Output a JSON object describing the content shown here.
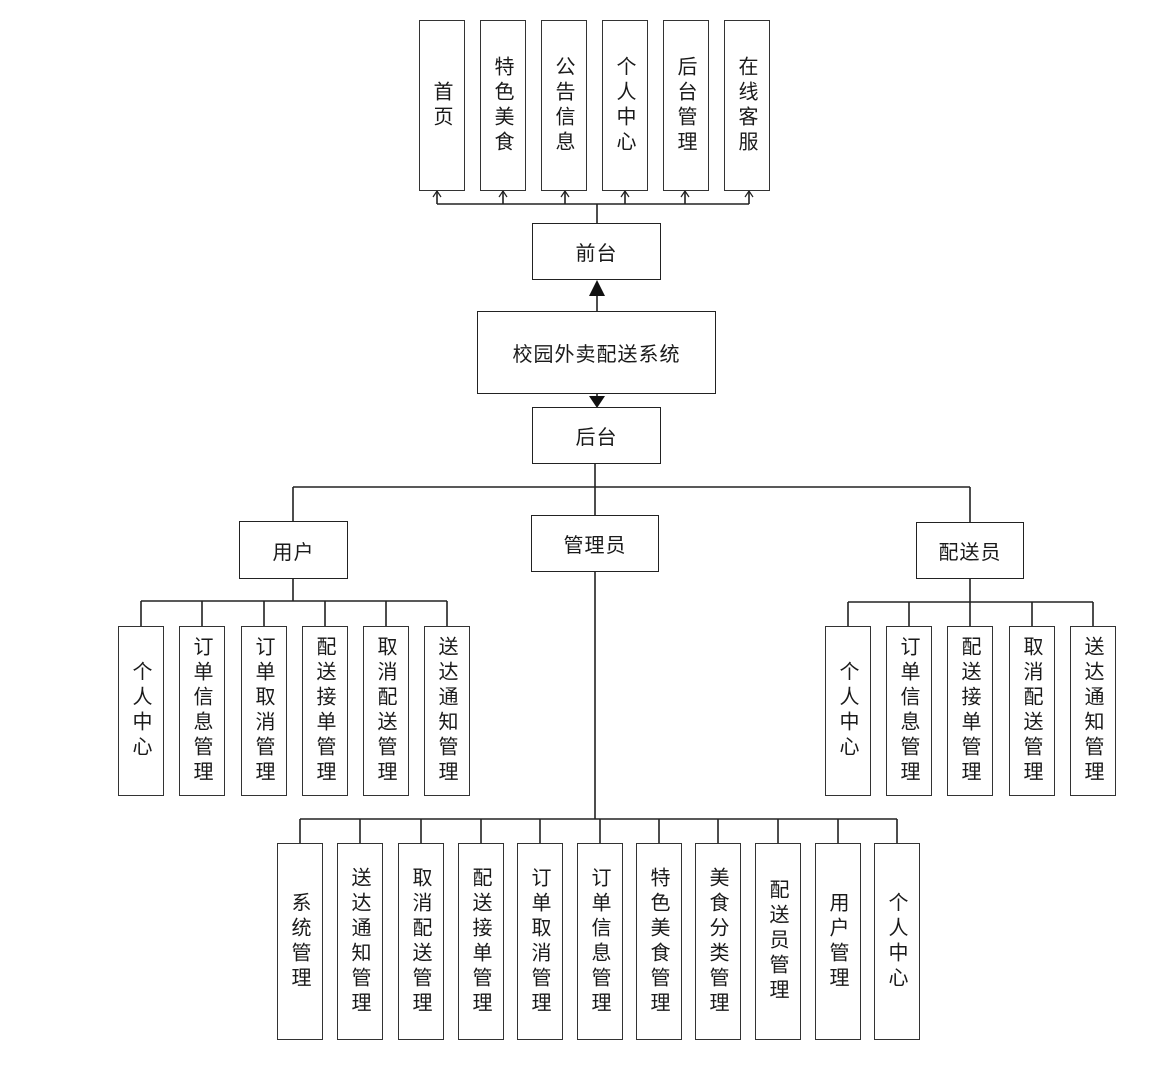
{
  "root": "校园外卖配送系统",
  "front": {
    "label": "前台",
    "items": [
      "首页",
      "特色美食",
      "公告信息",
      "个人中心",
      "后台管理",
      "在线客服"
    ]
  },
  "back": {
    "label": "后台",
    "user": {
      "label": "用户",
      "items": [
        "个人中心",
        "订单信息管理",
        "订单取消管理",
        "配送接单管理",
        "取消配送管理",
        "送达通知管理"
      ]
    },
    "admin": {
      "label": "管理员",
      "items": [
        "系统管理",
        "送达通知管理",
        "取消配送管理",
        "配送接单管理",
        "订单取消管理",
        "订单信息管理",
        "特色美食管理",
        "美食分类管理",
        "配送员管理",
        "用户管理",
        "个人中心"
      ]
    },
    "courier": {
      "label": "配送员",
      "items": [
        "个人中心",
        "订单信息管理",
        "配送接单管理",
        "取消配送管理",
        "送达通知管理"
      ]
    }
  }
}
